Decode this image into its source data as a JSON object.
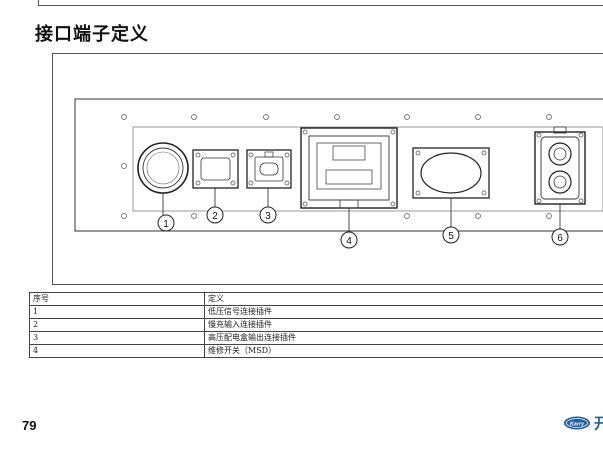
{
  "page": {
    "section_title": "接口端子定义",
    "page_number": "79"
  },
  "figure": {
    "callouts": [
      "1",
      "2",
      "3",
      "4",
      "5",
      "6"
    ]
  },
  "table": {
    "headers": [
      "序号",
      "定义"
    ],
    "rows": [
      [
        "1",
        "低压信号连接插件"
      ],
      [
        "2",
        "慢充输入连接插件"
      ],
      [
        "3",
        "高压配电盒输出连接插件"
      ],
      [
        "4",
        "维修开关（MSD）"
      ]
    ]
  },
  "brand": {
    "logo_text": "Karry",
    "partial_text": "开",
    "color": "#1f5fa8"
  }
}
